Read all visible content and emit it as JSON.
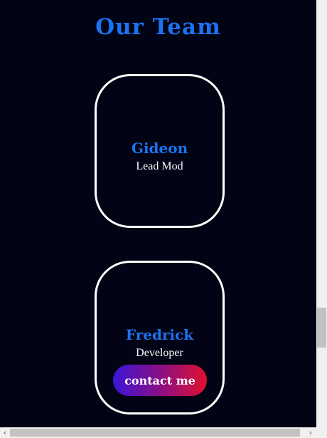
{
  "page": {
    "title": "Our Team",
    "background_color": "#020314",
    "accent_color": "#1a73f0"
  },
  "team": [
    {
      "name": "Gideon",
      "role": "Lead Mod"
    },
    {
      "name": "Fredrick",
      "role": "Developer",
      "button_label": "contact me"
    }
  ],
  "scrollbars": {
    "left_arrow": "‹",
    "right_arrow": "›"
  }
}
